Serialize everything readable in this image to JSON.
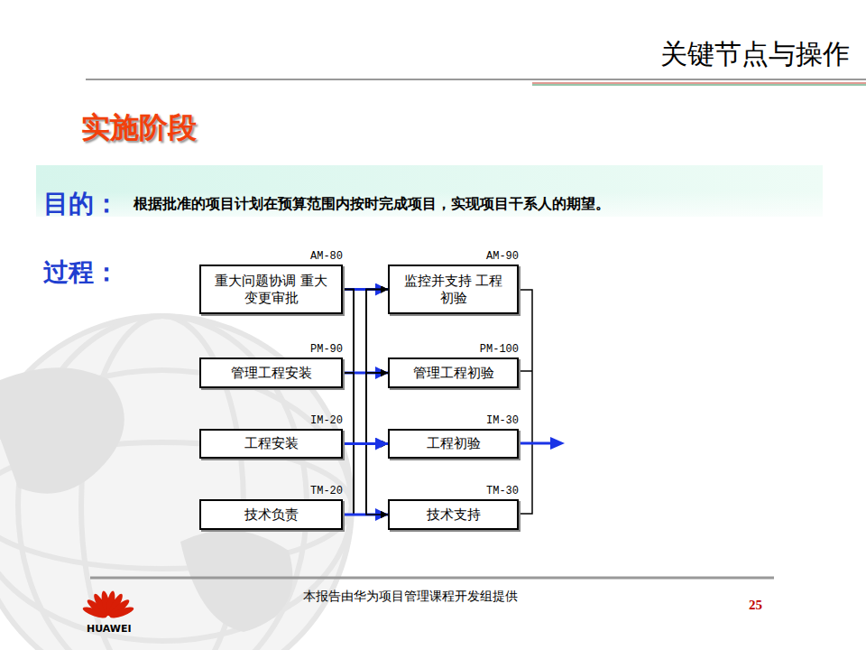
{
  "diagram": {
    "title": "关键节点与操作",
    "nodes": [
      {
        "text": [
          "AM-80",
          "重大问题协调 重大变更审批"
        ]
      },
      {
        "text": [
          "AM-90",
          "监控并支持 工程初验"
        ]
      },
      {
        "text": [
          "PM-90",
          "管理工程安装"
        ]
      },
      {
        "text": [
          "PM-100",
          "管理工程初验"
        ]
      },
      {
        "text": [
          "IM-20",
          "工程安装"
        ]
      },
      {
        "text": [
          "IM-30",
          "工程初验"
        ]
      },
      {
        "text": [
          "TM-20",
          "技术负责"
        ]
      },
      {
        "text": [
          "TM-30",
          "技术支持"
        ]
      }
    ],
    "edges": [
      {
        "from": 0,
        "to": 1,
        "arrow": "to"
      },
      {
        "from": 0,
        "to": 3,
        "arrow": "to"
      },
      {
        "from": 0,
        "to": 5,
        "arrow": "to"
      },
      {
        "from": 0,
        "to": 7,
        "arrow": "to"
      },
      {
        "from": 2,
        "to": 1,
        "arrow": "to"
      },
      {
        "from": 2,
        "to": 3,
        "arrow": "to"
      },
      {
        "from": 2,
        "to": 5,
        "arrow": "to"
      },
      {
        "from": 2,
        "to": 7,
        "arrow": "to"
      },
      {
        "from": 6,
        "to": 1,
        "arrow": "to"
      },
      {
        "from": 6,
        "to": 3,
        "arrow": "to"
      },
      {
        "from": 6,
        "to": 5,
        "arrow": "to"
      },
      {
        "from": 6,
        "to": 7,
        "arrow": "to"
      },
      {
        "from": 4,
        "to": 1,
        "arrow": "to"
      },
      {
        "from": 4,
        "to": 3,
        "arrow": "to"
      },
      {
        "from": 4,
        "to": 7,
        "arrow": "to"
      },
      {
        "from": 4,
        "to": 5,
        "arrow": "to"
      }
    ],
    "labels": [
      "实施阶段",
      "目的：",
      "根据批准的项目计划在预算范围内按时完成项目，实现项目干系人的期望。",
      "过程：",
      "本报告由华为项目管理课程开发组提供",
      "25",
      "HUAWEI"
    ]
  }
}
